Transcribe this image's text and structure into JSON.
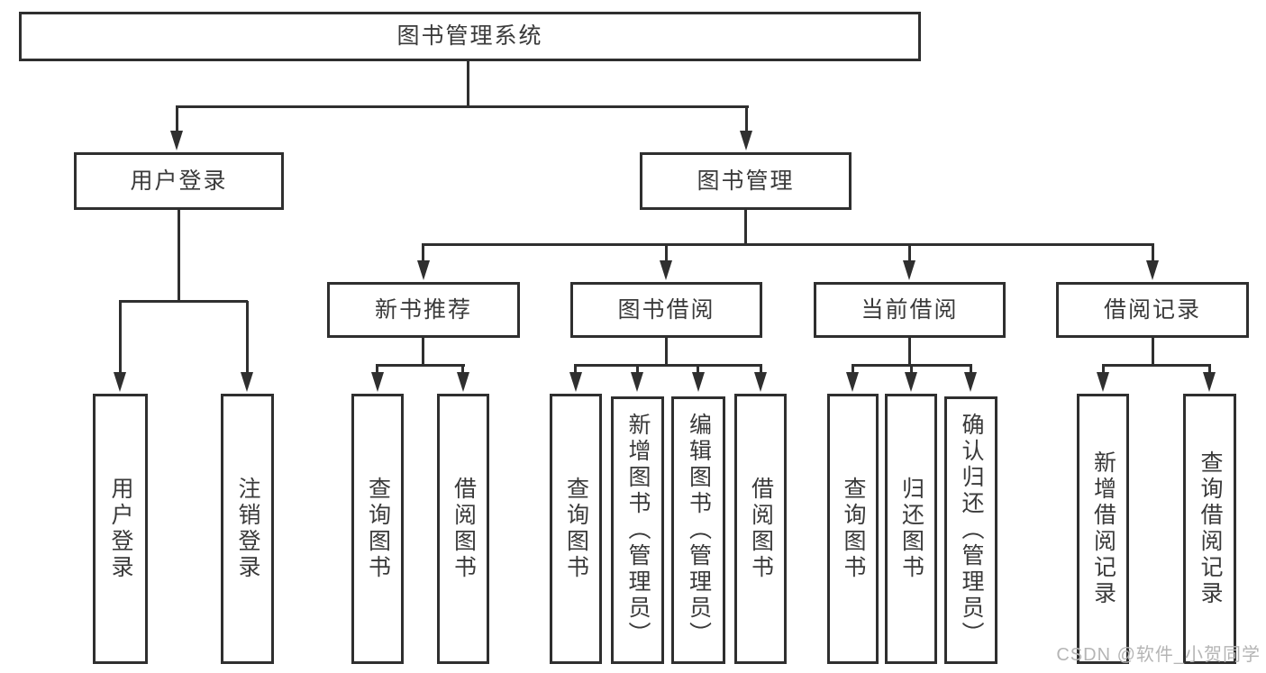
{
  "diagram_title": "图书管理系统",
  "nodes": {
    "root": {
      "label": "图书管理系统"
    },
    "user_login": {
      "label": "用户登录"
    },
    "book_mgmt": {
      "label": "图书管理"
    },
    "new_book_rec": {
      "label": "新书推荐"
    },
    "book_borrow": {
      "label": "图书借阅"
    },
    "current_borrow": {
      "label": "当前借阅"
    },
    "borrow_records": {
      "label": "借阅记录"
    },
    "leaf_user_login": {
      "label": "用户登录"
    },
    "leaf_logout": {
      "label": "注销登录"
    },
    "leaf_query_book_rec": {
      "label": "查询图书"
    },
    "leaf_borrow_book_rec": {
      "label": "借阅图书"
    },
    "leaf_query_book_borrow": {
      "label": "查询图书"
    },
    "leaf_add_book": {
      "label": "新增图书（管理员）"
    },
    "leaf_edit_book": {
      "label": "编辑图书（管理员）"
    },
    "leaf_borrow_book_borrow": {
      "label": "借阅图书"
    },
    "leaf_query_book_current": {
      "label": "查询图书"
    },
    "leaf_return_book": {
      "label": "归还图书"
    },
    "leaf_confirm_return": {
      "label": "确认归还（管理员）"
    },
    "leaf_add_borrow_record": {
      "label": "新增借阅记录"
    },
    "leaf_query_borrow_record": {
      "label": "查询借阅记录"
    }
  },
  "hierarchy": {
    "图书管理系统": [
      "用户登录",
      "图书管理"
    ],
    "用户登录": [
      "用户登录",
      "注销登录"
    ],
    "图书管理": [
      "新书推荐",
      "图书借阅",
      "当前借阅",
      "借阅记录"
    ],
    "新书推荐": [
      "查询图书",
      "借阅图书"
    ],
    "图书借阅": [
      "查询图书",
      "新增图书（管理员）",
      "编辑图书（管理员）",
      "借阅图书"
    ],
    "当前借阅": [
      "查询图书",
      "归还图书",
      "确认归还（管理员）"
    ],
    "借阅记录": [
      "新增借阅记录",
      "查询借阅记录"
    ]
  },
  "watermark": {
    "text": "CSDN @软件_小贺同学"
  },
  "colors": {
    "line": "#2f2f2f",
    "text": "#3a3a3a",
    "watermark": "#b5b5b5",
    "background": "#ffffff"
  }
}
